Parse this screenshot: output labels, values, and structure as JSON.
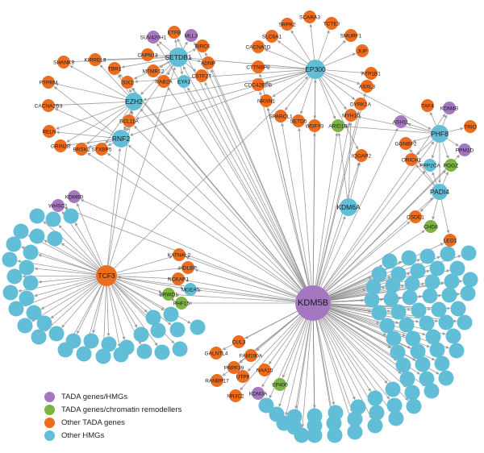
{
  "colors": {
    "tada_hmg": "#a577c0",
    "tada_chromatin": "#7cb342",
    "other_tada": "#ec6d1f",
    "other_hmg": "#62bdd6",
    "edge": "#8c8c8c"
  },
  "legend": [
    {
      "label": "TADA genes/HMGs",
      "color": "#a577c0"
    },
    {
      "label": "TADA genes/chromatin remodellers",
      "color": "#7cb342"
    },
    {
      "label": "Other TADA genes",
      "color": "#ec6d1f"
    },
    {
      "label": "Other HMGs",
      "color": "#62bdd6"
    }
  ],
  "nodes": [
    {
      "id": "KDM5B",
      "group": "tada_hmg"
    },
    {
      "id": "TCF3",
      "group": "other_tada"
    },
    {
      "id": "EP300",
      "group": "other_hmg"
    },
    {
      "id": "SETDB1",
      "group": "other_hmg"
    },
    {
      "id": "EZH2",
      "group": "other_hmg"
    },
    {
      "id": "RNF2",
      "group": "other_hmg"
    },
    {
      "id": "PHF8",
      "group": "other_hmg"
    },
    {
      "id": "PADI4",
      "group": "other_hmg"
    },
    {
      "id": "KDM6A",
      "group": "other_hmg"
    },
    {
      "id": "SUV420H1",
      "group": "tada_hmg"
    },
    {
      "id": "MLL3",
      "group": "tada_hmg"
    },
    {
      "id": "ETFB",
      "group": "other_tada"
    },
    {
      "id": "BIRC6",
      "group": "other_tada"
    },
    {
      "id": "CAPN12",
      "group": "other_tada"
    },
    {
      "id": "KIRREL3",
      "group": "other_tada"
    },
    {
      "id": "SHANK3",
      "group": "other_tada"
    },
    {
      "id": "TBR1",
      "group": "other_tada"
    },
    {
      "id": "ADNP",
      "group": "other_tada"
    },
    {
      "id": "MTMR12",
      "group": "other_tada"
    },
    {
      "id": "SIX2",
      "group": "other_tada"
    },
    {
      "id": "RAB2A",
      "group": "other_tada"
    },
    {
      "id": "EYA1",
      "group": "other_hmg"
    },
    {
      "id": "CSTF2T",
      "group": "other_tada"
    },
    {
      "id": "PTPRM",
      "group": "other_tada"
    },
    {
      "id": "CACNA2D3",
      "group": "other_tada"
    },
    {
      "id": "BCL11A",
      "group": "other_tada"
    },
    {
      "id": "RELN",
      "group": "other_tada"
    },
    {
      "id": "GRIN2B",
      "group": "other_tada"
    },
    {
      "id": "BRSK2",
      "group": "other_tada"
    },
    {
      "id": "STXBP5",
      "group": "other_tada"
    },
    {
      "id": "SRPK2",
      "group": "other_tada"
    },
    {
      "id": "SCARA3",
      "group": "other_tada"
    },
    {
      "id": "TCTE3",
      "group": "other_tada"
    },
    {
      "id": "SLC6A1",
      "group": "other_tada"
    },
    {
      "id": "SMURF1",
      "group": "other_tada"
    },
    {
      "id": "CACNA1D",
      "group": "other_tada"
    },
    {
      "id": "JUP",
      "group": "other_tada"
    },
    {
      "id": "CTTNBP2",
      "group": "other_tada"
    },
    {
      "id": "CDC42BPB",
      "group": "other_tada"
    },
    {
      "id": "ATP1B1",
      "group": "other_tada"
    },
    {
      "id": "ASXL3",
      "group": "other_tada"
    },
    {
      "id": "NRXN1",
      "group": "other_tada"
    },
    {
      "id": "DYRK1A",
      "group": "other_tada"
    },
    {
      "id": "SPARCL1",
      "group": "other_tada"
    },
    {
      "id": "SETD5",
      "group": "other_tada"
    },
    {
      "id": "MYH10",
      "group": "other_tada"
    },
    {
      "id": "WDFY3",
      "group": "other_tada"
    },
    {
      "id": "ARID1B",
      "group": "tada_chromatin"
    },
    {
      "id": "IQGAP2",
      "group": "other_tada"
    },
    {
      "id": "TAF4",
      "group": "other_tada"
    },
    {
      "id": "KDM4B",
      "group": "tada_hmg"
    },
    {
      "id": "ASH1L",
      "group": "tada_hmg"
    },
    {
      "id": "TRIO",
      "group": "other_tada"
    },
    {
      "id": "GGNBP2",
      "group": "other_tada"
    },
    {
      "id": "PPM1D",
      "group": "tada_hmg"
    },
    {
      "id": "ORICH1",
      "group": "other_tada"
    },
    {
      "id": "PPP2CA",
      "group": "other_hmg"
    },
    {
      "id": "POGZ",
      "group": "tada_chromatin"
    },
    {
      "id": "KDM6B",
      "group": "tada_hmg"
    },
    {
      "id": "WHSC1",
      "group": "tada_hmg"
    },
    {
      "id": "CSDE1",
      "group": "other_tada"
    },
    {
      "id": "CHD8",
      "group": "tada_chromatin"
    },
    {
      "id": "LEO1",
      "group": "other_tada"
    },
    {
      "id": "KATNAL2",
      "group": "other_tada"
    },
    {
      "id": "HDLBP",
      "group": "other_tada"
    },
    {
      "id": "NCKAP1",
      "group": "other_tada"
    },
    {
      "id": "MGEA5",
      "group": "other_hmg"
    },
    {
      "id": "BRWD1",
      "group": "tada_chromatin"
    },
    {
      "id": "PHF15",
      "group": "tada_chromatin"
    },
    {
      "id": "CUL3",
      "group": "other_tada"
    },
    {
      "id": "GALNTL4",
      "group": "other_tada"
    },
    {
      "id": "FAM190A",
      "group": "other_tada"
    },
    {
      "id": "PRPF39",
      "group": "other_tada"
    },
    {
      "id": "NAA15",
      "group": "other_tada"
    },
    {
      "id": "UTP6",
      "group": "other_tada"
    },
    {
      "id": "RANBP17",
      "group": "other_tada"
    },
    {
      "id": "EP400",
      "group": "tada_chromatin"
    },
    {
      "id": "NR3C2",
      "group": "other_tada"
    },
    {
      "id": "KDM3A",
      "group": "tada_hmg"
    }
  ],
  "edges": [
    [
      "KDM5B",
      "EP300"
    ],
    [
      "KDM5B",
      "SETDB1"
    ],
    [
      "KDM5B",
      "EZH2"
    ],
    [
      "KDM5B",
      "RNF2"
    ],
    [
      "KDM5B",
      "PHF8"
    ],
    [
      "KDM5B",
      "PADI4"
    ],
    [
      "KDM5B",
      "KDM6A"
    ],
    [
      "KDM5B",
      "TCF3"
    ],
    [
      "KDM5B",
      "ASH1L"
    ],
    [
      "KDM5B",
      "KDM4B"
    ],
    [
      "KDM5B",
      "PPM1D"
    ],
    [
      "KDM5B",
      "POGZ"
    ],
    [
      "KDM5B",
      "PPP2CA"
    ],
    [
      "KDM5B",
      "CHD8"
    ],
    [
      "KDM5B",
      "CSDE1"
    ],
    [
      "KDM5B",
      "LEO1"
    ],
    [
      "KDM5B",
      "ARID1B"
    ],
    [
      "KDM5B",
      "MYH10"
    ],
    [
      "KDM5B",
      "SETD5"
    ],
    [
      "KDM5B",
      "WDFY3"
    ],
    [
      "KDM5B",
      "IQGAP2"
    ],
    [
      "KDM5B",
      "SPARCL1"
    ],
    [
      "KDM5B",
      "NRXN1"
    ],
    [
      "KDM5B",
      "DYRK1A"
    ],
    [
      "KDM5B",
      "ASXL3"
    ],
    [
      "KDM5B",
      "CDC42BPB"
    ],
    [
      "KDM5B",
      "CTTNBP2"
    ],
    [
      "KDM5B",
      "MLL3"
    ],
    [
      "KDM5B",
      "SUV420H1"
    ],
    [
      "KDM5B",
      "ETFB"
    ],
    [
      "KDM5B",
      "BIRC6"
    ],
    [
      "KDM5B",
      "ADNP"
    ],
    [
      "KDM5B",
      "CSTF2T"
    ],
    [
      "KDM5B",
      "EYA1"
    ],
    [
      "KDM5B",
      "RAB2A"
    ],
    [
      "KDM5B",
      "SIX2"
    ],
    [
      "KDM5B",
      "TBR1"
    ],
    [
      "KDM5B",
      "BCL11A"
    ],
    [
      "KDM5B",
      "STXBP5"
    ],
    [
      "KDM5B",
      "BRSK2"
    ],
    [
      "KDM5B",
      "KATNAL2"
    ],
    [
      "KDM5B",
      "HDLBP"
    ],
    [
      "KDM5B",
      "NCKAP1"
    ],
    [
      "KDM5B",
      "MGEA5"
    ],
    [
      "KDM5B",
      "BRWD1"
    ],
    [
      "KDM5B",
      "PHF15"
    ],
    [
      "KDM5B",
      "CUL3"
    ],
    [
      "KDM5B",
      "GALNTL4"
    ],
    [
      "KDM5B",
      "FAM190A"
    ],
    [
      "KDM5B",
      "PRPF39"
    ],
    [
      "KDM5B",
      "NAA15"
    ],
    [
      "KDM5B",
      "UTP6"
    ],
    [
      "KDM5B",
      "RANBP17"
    ],
    [
      "KDM5B",
      "EP400"
    ],
    [
      "KDM5B",
      "NR3C2"
    ],
    [
      "KDM5B",
      "KDM3A"
    ],
    [
      "KDM5B",
      "KDM6B"
    ],
    [
      "KDM5B",
      "WHSC1"
    ],
    [
      "TCF3",
      "EZH2"
    ],
    [
      "TCF3",
      "RNF2"
    ],
    [
      "TCF3",
      "SETDB1"
    ],
    [
      "TCF3",
      "KDM6B"
    ],
    [
      "TCF3",
      "WHSC1"
    ],
    [
      "TCF3",
      "KATNAL2"
    ],
    [
      "TCF3",
      "HDLBP"
    ],
    [
      "TCF3",
      "NCKAP1"
    ],
    [
      "TCF3",
      "MGEA5"
    ],
    [
      "TCF3",
      "BRWD1"
    ],
    [
      "TCF3",
      "PHF15"
    ],
    [
      "TCF3",
      "EP300"
    ],
    [
      "EP300",
      "SRPK2"
    ],
    [
      "EP300",
      "SCARA3"
    ],
    [
      "EP300",
      "TCTE3"
    ],
    [
      "EP300",
      "SLC6A1"
    ],
    [
      "EP300",
      "SMURF1"
    ],
    [
      "EP300",
      "CACNA1D"
    ],
    [
      "EP300",
      "JUP"
    ],
    [
      "EP300",
      "CTTNBP2"
    ],
    [
      "EP300",
      "CDC42BPB"
    ],
    [
      "EP300",
      "ATP1B1"
    ],
    [
      "EP300",
      "ASXL3"
    ],
    [
      "EP300",
      "NRXN1"
    ],
    [
      "EP300",
      "DYRK1A"
    ],
    [
      "EP300",
      "SPARCL1"
    ],
    [
      "EP300",
      "SETD5"
    ],
    [
      "EP300",
      "MYH10"
    ],
    [
      "EP300",
      "WDFY3"
    ],
    [
      "EP300",
      "ARID1B"
    ],
    [
      "EP300",
      "SETDB1"
    ],
    [
      "EP300",
      "EZH2"
    ],
    [
      "EP300",
      "RNF2"
    ],
    [
      "EP300",
      "SIX2"
    ],
    [
      "EP300",
      "BCL11A"
    ],
    [
      "EP300",
      "PHF8"
    ],
    [
      "EP300",
      "IQGAP2"
    ],
    [
      "SETDB1",
      "SUV420H1"
    ],
    [
      "SETDB1",
      "MLL3"
    ],
    [
      "SETDB1",
      "ETFB"
    ],
    [
      "SETDB1",
      "BIRC6"
    ],
    [
      "SETDB1",
      "CAPN12"
    ],
    [
      "SETDB1",
      "KIRREL3"
    ],
    [
      "SETDB1",
      "SHANK3"
    ],
    [
      "SETDB1",
      "TBR1"
    ],
    [
      "SETDB1",
      "ADNP"
    ],
    [
      "SETDB1",
      "MTMR12"
    ],
    [
      "SETDB1",
      "SIX2"
    ],
    [
      "SETDB1",
      "RAB2A"
    ],
    [
      "SETDB1",
      "EYA1"
    ],
    [
      "SETDB1",
      "CSTF2T"
    ],
    [
      "SETDB1",
      "EZH2"
    ],
    [
      "SETDB1",
      "RNF2"
    ],
    [
      "EZH2",
      "PTPRM"
    ],
    [
      "EZH2",
      "CACNA2D3"
    ],
    [
      "EZH2",
      "BCL11A"
    ],
    [
      "EZH2",
      "RELN"
    ],
    [
      "EZH2",
      "GRIN2B"
    ],
    [
      "EZH2",
      "BRSK2"
    ],
    [
      "EZH2",
      "STXBP5"
    ],
    [
      "EZH2",
      "SHANK3"
    ],
    [
      "EZH2",
      "KIRREL3"
    ],
    [
      "EZH2",
      "TBR1"
    ],
    [
      "EZH2",
      "SIX2"
    ],
    [
      "EZH2",
      "RNF2"
    ],
    [
      "RNF2",
      "RELN"
    ],
    [
      "RNF2",
      "GRIN2B"
    ],
    [
      "RNF2",
      "BRSK2"
    ],
    [
      "RNF2",
      "STXBP5"
    ],
    [
      "RNF2",
      "PTPRM"
    ],
    [
      "RNF2",
      "CACNA2D3"
    ],
    [
      "RNF2",
      "BCL11A"
    ],
    [
      "PHF8",
      "TAF4"
    ],
    [
      "PHF8",
      "KDM4B"
    ],
    [
      "PHF8",
      "ASH1L"
    ],
    [
      "PHF8",
      "TRIO"
    ],
    [
      "PHF8",
      "GGNBP2"
    ],
    [
      "PHF8",
      "PPM1D"
    ],
    [
      "PHF8",
      "ORICH1"
    ],
    [
      "PHF8",
      "PPP2CA"
    ],
    [
      "PHF8",
      "POGZ"
    ],
    [
      "PHF8",
      "MYH10"
    ],
    [
      "PHF8",
      "ARID1B"
    ],
    [
      "PHF8",
      "PADI4"
    ],
    [
      "PADI4",
      "CSDE1"
    ],
    [
      "PADI4",
      "CHD8"
    ],
    [
      "PADI4",
      "LEO1"
    ],
    [
      "PADI4",
      "GGNBP2"
    ],
    [
      "PADI4",
      "ORICH1"
    ],
    [
      "PADI4",
      "POGZ"
    ],
    [
      "PADI4",
      "PPP2CA"
    ],
    [
      "KDM6A",
      "ARID1B"
    ],
    [
      "KDM6A",
      "MYH10"
    ],
    [
      "KDM6A",
      "IQGAP2"
    ]
  ],
  "hmg_fan_nodes": 92
}
